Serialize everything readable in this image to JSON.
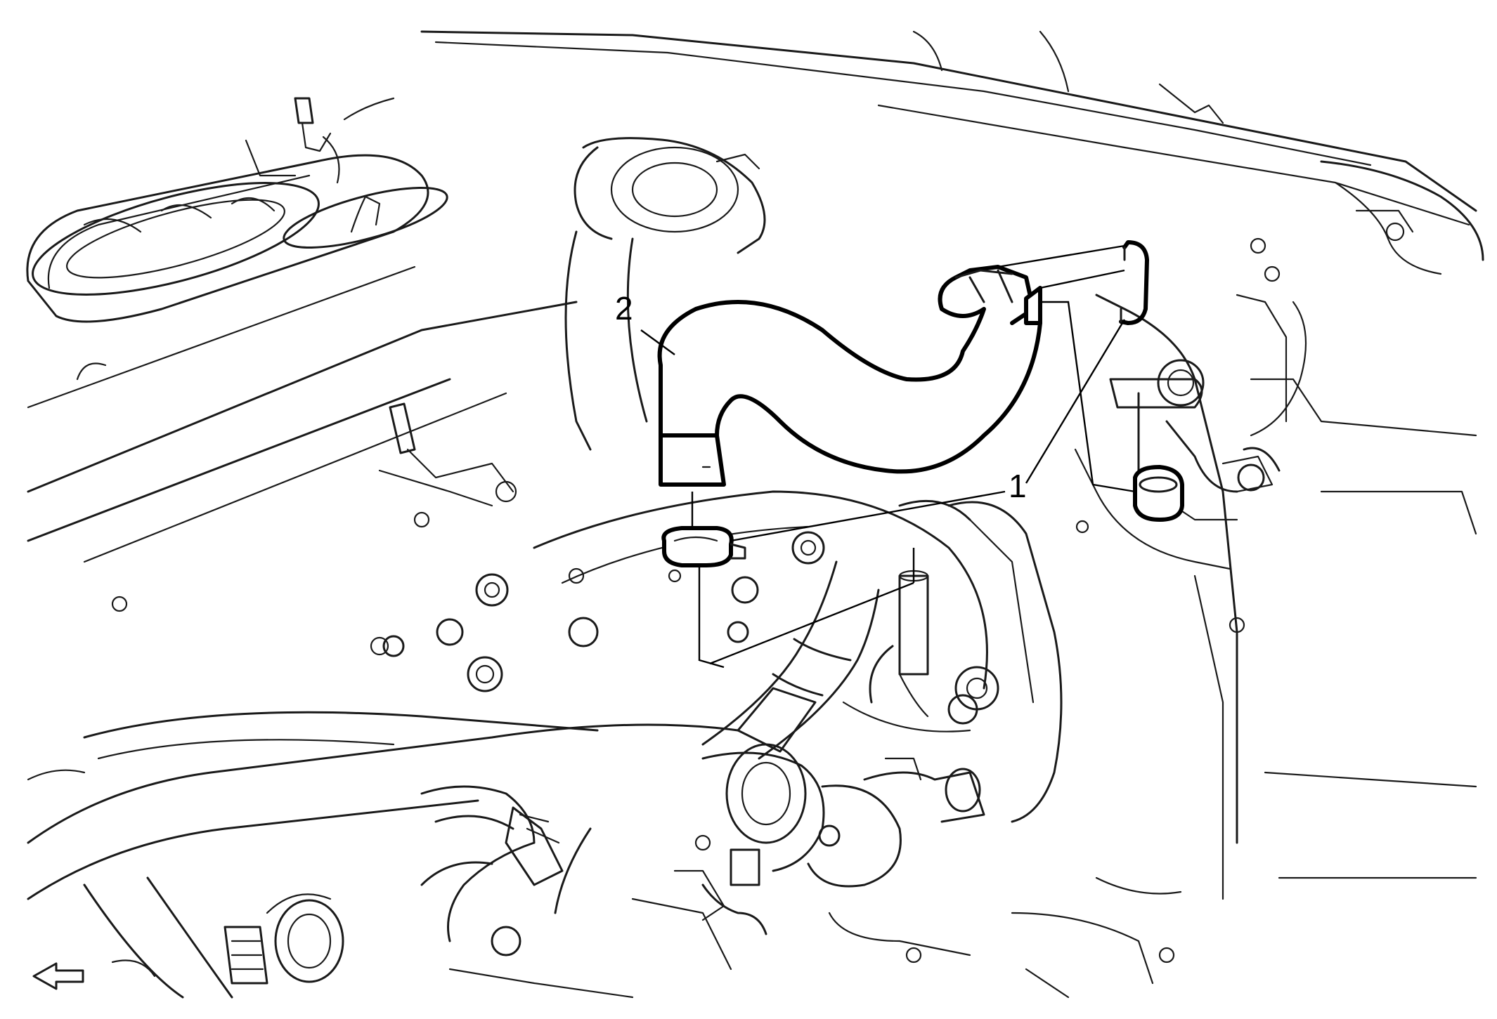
{
  "callouts": [
    {
      "id": "1",
      "label": "1"
    },
    {
      "id": "2",
      "label": "2"
    }
  ],
  "orientation_arrow": {
    "icon": "arrow-left-icon",
    "direction": "left"
  },
  "colors": {
    "line": "#000000",
    "background": "#ffffff"
  }
}
